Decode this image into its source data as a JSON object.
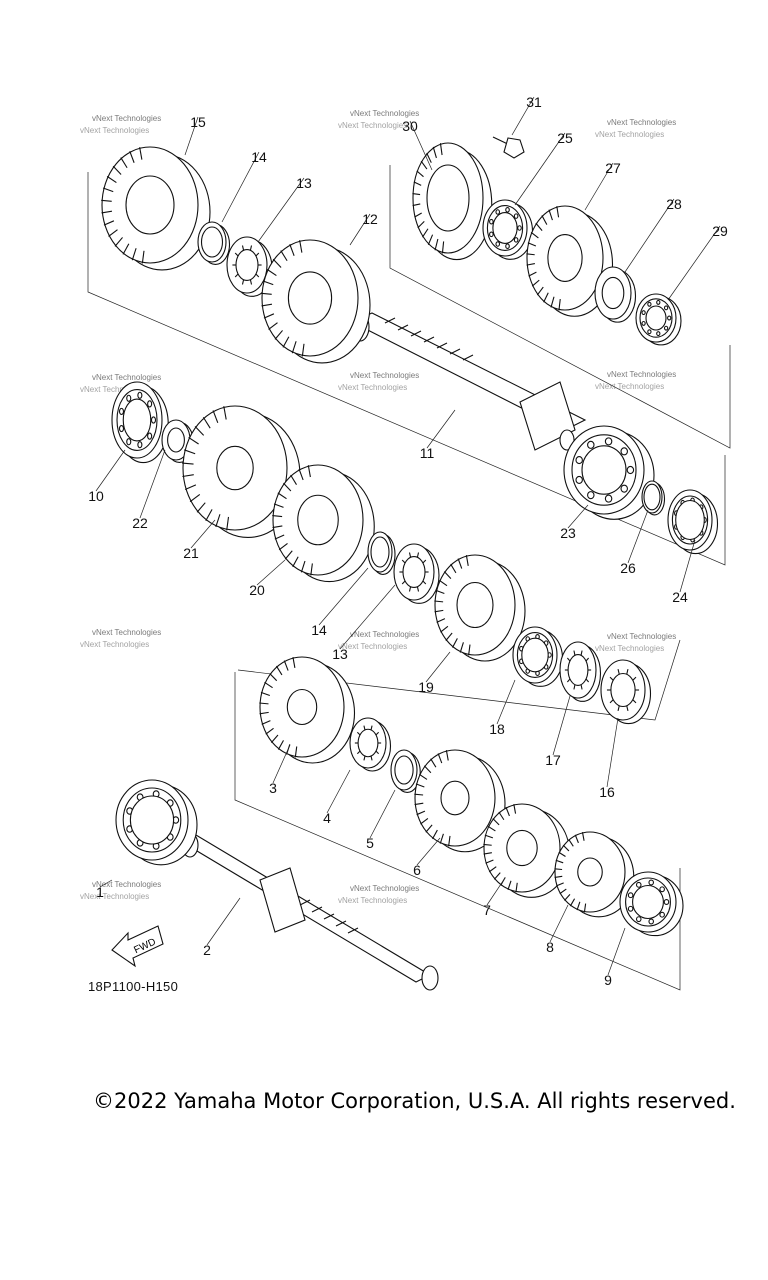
{
  "watermark": "vNext Technologies",
  "fwd_label": "FWD",
  "diagram_code": "18P1100-H150",
  "copyright": "©2022 Yamaha Motor Corporation, U.S.A. All rights reserved.",
  "callouts": [
    "1",
    "2",
    "3",
    "4",
    "5",
    "6",
    "7",
    "8",
    "9",
    "10",
    "11",
    "12",
    "13",
    "14",
    "15",
    "16",
    "17",
    "18",
    "19",
    "20",
    "21",
    "22",
    "23",
    "24",
    "25",
    "26",
    "27",
    "28",
    "29",
    "30",
    "31",
    "13",
    "14"
  ]
}
